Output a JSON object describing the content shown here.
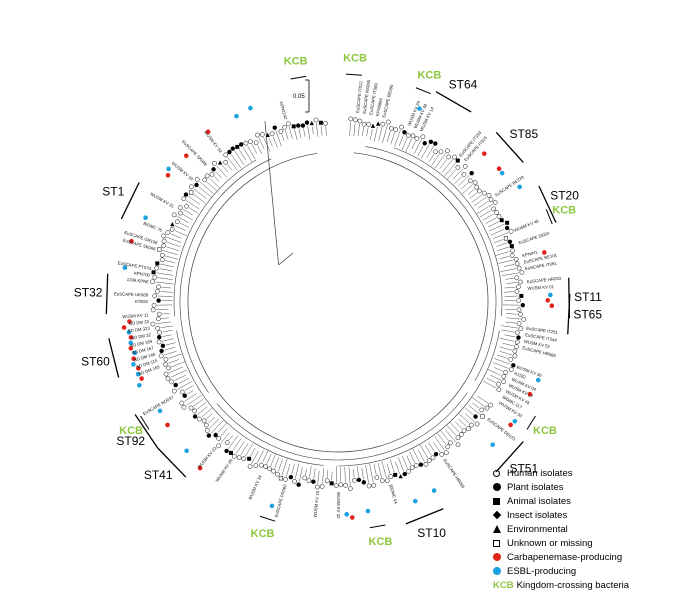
{
  "figure": {
    "scale_bar_label": "0.05",
    "colors": {
      "kcb": "#8cc63f",
      "carbapenemase": "#e2231a",
      "esbl": "#1ba1e2",
      "branch": "#3a3a3a"
    },
    "clade_labels": [
      {
        "text": "ST20",
        "angle": 65
      },
      {
        "text": "ST85",
        "angle": 48
      },
      {
        "text": "ST64",
        "angle": 30
      },
      {
        "text": "ST11",
        "angle": 89
      },
      {
        "text": "ST65",
        "angle": 93
      },
      {
        "text": "ST51",
        "angle": 132
      },
      {
        "text": "ST10",
        "angle": 158
      },
      {
        "text": "ST41",
        "angle": 226
      },
      {
        "text": "ST92",
        "angle": 236
      },
      {
        "text": "ST60",
        "angle": 256
      },
      {
        "text": "ST32",
        "angle": 272
      },
      {
        "text": "ST1",
        "angle": 296
      }
    ],
    "kcb_labels": [
      {
        "text": "KCB",
        "angle": 4
      },
      {
        "text": "KCB",
        "angle": 22
      },
      {
        "text": "KCB",
        "angle": 68
      },
      {
        "text": "KCB",
        "angle": 122
      },
      {
        "text": "KCB",
        "angle": 170
      },
      {
        "text": "KCB",
        "angle": 198
      },
      {
        "text": "KCB",
        "angle": 238
      },
      {
        "text": "KCB",
        "angle": 350
      }
    ],
    "leaf_labels": [
      {
        "text": "EuSCAPE IT012",
        "angle": 6
      },
      {
        "text": "EuSCAPE RS095",
        "angle": 8
      },
      {
        "text": "EuSCAPE IT369",
        "angle": 10
      },
      {
        "text": "KPN9884",
        "angle": 12
      },
      {
        "text": "EuSCAPE BE090",
        "angle": 14
      },
      {
        "text": "WUSM KV 24",
        "angle": 22
      },
      {
        "text": "WUSM KV 38",
        "angle": 24
      },
      {
        "text": "WUSM KV 14",
        "angle": 26
      },
      {
        "text": "EuSCAPE IT159",
        "angle": 40
      },
      {
        "text": "EuSCAPE IT015",
        "angle": 42
      },
      {
        "text": "EuSCAPE BE229",
        "angle": 56
      },
      {
        "text": "WUSM KV 46",
        "angle": 68
      },
      {
        "text": "EuSCAPE SI024",
        "angle": 72
      },
      {
        "text": "KPNIH1",
        "angle": 76
      },
      {
        "text": "EuSCAPE BE101",
        "angle": 78
      },
      {
        "text": "EuSCAPE IT091",
        "angle": 80
      },
      {
        "text": "EuSCAPE HR033",
        "angle": 84
      },
      {
        "text": "WUSM KV 01",
        "angle": 86
      },
      {
        "text": "EuSCAPE IT251",
        "angle": 98
      },
      {
        "text": "EuSCAPE IT344",
        "angle": 100
      },
      {
        "text": "WUSM KV 52",
        "angle": 102
      },
      {
        "text": "EuSCAPE HR085",
        "angle": 104
      },
      {
        "text": "WUSM KV 39",
        "angle": 110
      },
      {
        "text": "AJ182",
        "angle": 112
      },
      {
        "text": "WUSM KV 04",
        "angle": 114
      },
      {
        "text": "WUSM KV 17",
        "angle": 116
      },
      {
        "text": "WUSM KV 45",
        "angle": 118
      },
      {
        "text": "BIDMC 117",
        "angle": 120
      },
      {
        "text": "WUSM KV 33",
        "angle": 122
      },
      {
        "text": "EuSCAPE DE073",
        "angle": 128
      },
      {
        "text": "EuSCAPE HR006",
        "angle": 146
      },
      {
        "text": "BIDMC 64",
        "angle": 164
      },
      {
        "text": "WUSM KV 32",
        "angle": 180
      },
      {
        "text": "WUSM KV 15",
        "angle": 186
      },
      {
        "text": "EuSCAPE FR060",
        "angle": 196
      },
      {
        "text": "WUSM KV 34",
        "angle": 204
      },
      {
        "text": "WUSM KV 26",
        "angle": 214
      },
      {
        "text": "WUSM KV 23",
        "angle": 220
      },
      {
        "text": "EuSCAPE NO037",
        "angle": 240
      },
      {
        "text": "BD DM 165",
        "angle": 250
      },
      {
        "text": "BD DM 115",
        "angle": 252
      },
      {
        "text": "BD DM 166",
        "angle": 254
      },
      {
        "text": "BD DM 167",
        "angle": 256
      },
      {
        "text": "BD DM 169",
        "angle": 258
      },
      {
        "text": "BD DM 32",
        "angle": 260
      },
      {
        "text": "BD DM 323",
        "angle": 262
      },
      {
        "text": "BD DM 33",
        "angle": 264
      },
      {
        "text": "WUSM KV 11",
        "angle": 266
      },
      {
        "text": "KTE82",
        "angle": 270
      },
      {
        "text": "EuSCAPE UK089",
        "angle": 272
      },
      {
        "text": "1336 KPNE",
        "angle": 276
      },
      {
        "text": "KPN700",
        "angle": 278
      },
      {
        "text": "EuSCAPE PT070",
        "angle": 280
      },
      {
        "text": "EuSCAPE SK006",
        "angle": 286
      },
      {
        "text": "EuSCAPE GR106",
        "angle": 288
      },
      {
        "text": "BIDMC 76",
        "angle": 292
      },
      {
        "text": "WUSM KV 31",
        "angle": 300
      },
      {
        "text": "WUSM KV 18",
        "angle": 310
      },
      {
        "text": "EuSCAPE SK048",
        "angle": 316
      },
      {
        "text": "WUSM KV 02",
        "angle": 322
      },
      {
        "text": "KPN2242",
        "angle": 344
      }
    ]
  },
  "legend": {
    "items": [
      {
        "symbol": "circle-open",
        "label": "Human isolates"
      },
      {
        "symbol": "circle-filled",
        "label": "Plant isolates"
      },
      {
        "symbol": "square-filled",
        "label": "Animal isolates"
      },
      {
        "symbol": "diamond-filled",
        "label": "Insect isolates"
      },
      {
        "symbol": "triangle-filled",
        "label": "Environmental"
      },
      {
        "symbol": "square-open",
        "label": "Unknown or missing"
      },
      {
        "symbol": "red-dot",
        "label": "Carbapenemase-producing"
      },
      {
        "symbol": "blue-dot",
        "label": "ESBL-producing"
      }
    ],
    "kcb_item": {
      "code": "KCB",
      "label": "Kingdom-crossing bacteria"
    }
  }
}
